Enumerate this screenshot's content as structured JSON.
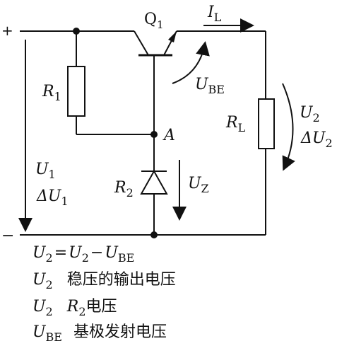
{
  "terminals": {
    "plus": "+",
    "minus": "−"
  },
  "labels": {
    "q_main": "Q",
    "q_sub": "1",
    "il_main": "I",
    "il_sub": "L",
    "ube_main": "U",
    "ube_sub": "BE",
    "r1_main": "R",
    "r1_sub": "1",
    "node_a": "A",
    "rl_main": "R",
    "rl_sub": "L",
    "u2_main": "U",
    "u2_sub": "2",
    "du2_main": "ΔU",
    "du2_sub": "2",
    "r2_main": "R",
    "r2_sub": "2",
    "uz_main": "U",
    "uz_sub": "Z",
    "u1_main": "U",
    "u1_sub": "1",
    "du1_main": "ΔU",
    "du1_sub": "1"
  },
  "legend": {
    "line1": {
      "a": "U",
      "a_sub": "2",
      "eq": "=",
      "b": "U",
      "b_sub": "2",
      "minus": "−",
      "c": "U",
      "c_sub": "BE"
    },
    "line2": {
      "sym": "U",
      "sym_sub": "2",
      "text": "稳压的输出电压"
    },
    "line3": {
      "sym": "U",
      "sym_sub": "2",
      "sym2": "R",
      "sym2_sub": "2",
      "text": "电压"
    },
    "line4": {
      "sym": "U",
      "sym_sub": "BE",
      "text": "基极发射电压"
    }
  }
}
